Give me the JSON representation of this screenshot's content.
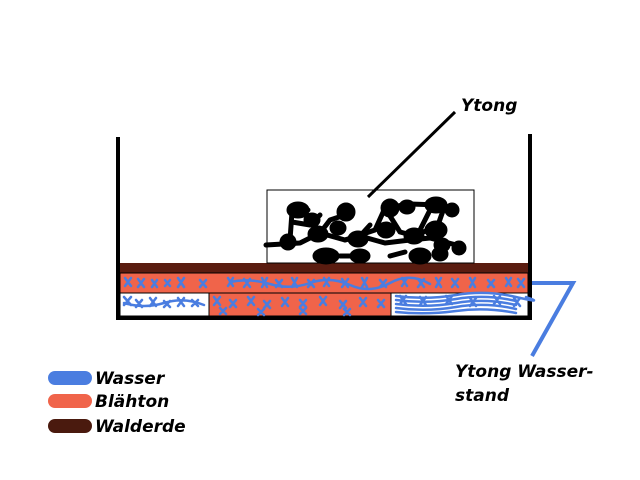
{
  "diagram": {
    "labels": {
      "ytong": "Ytong",
      "water_level_line1": "Ytong Wasser-",
      "water_level_line2": "stand"
    },
    "legend": [
      {
        "label": "Wasser",
        "color": "#4a7de0"
      },
      {
        "label": "Blähton",
        "color": "#f0644a"
      },
      {
        "label": "Walderde",
        "color": "#4a1a0e"
      }
    ],
    "colors": {
      "outline": "#000000",
      "water": "#4a7de0",
      "expanded_clay": "#f0644a",
      "forest_soil": "#5a1c10",
      "background": "#ffffff"
    }
  }
}
